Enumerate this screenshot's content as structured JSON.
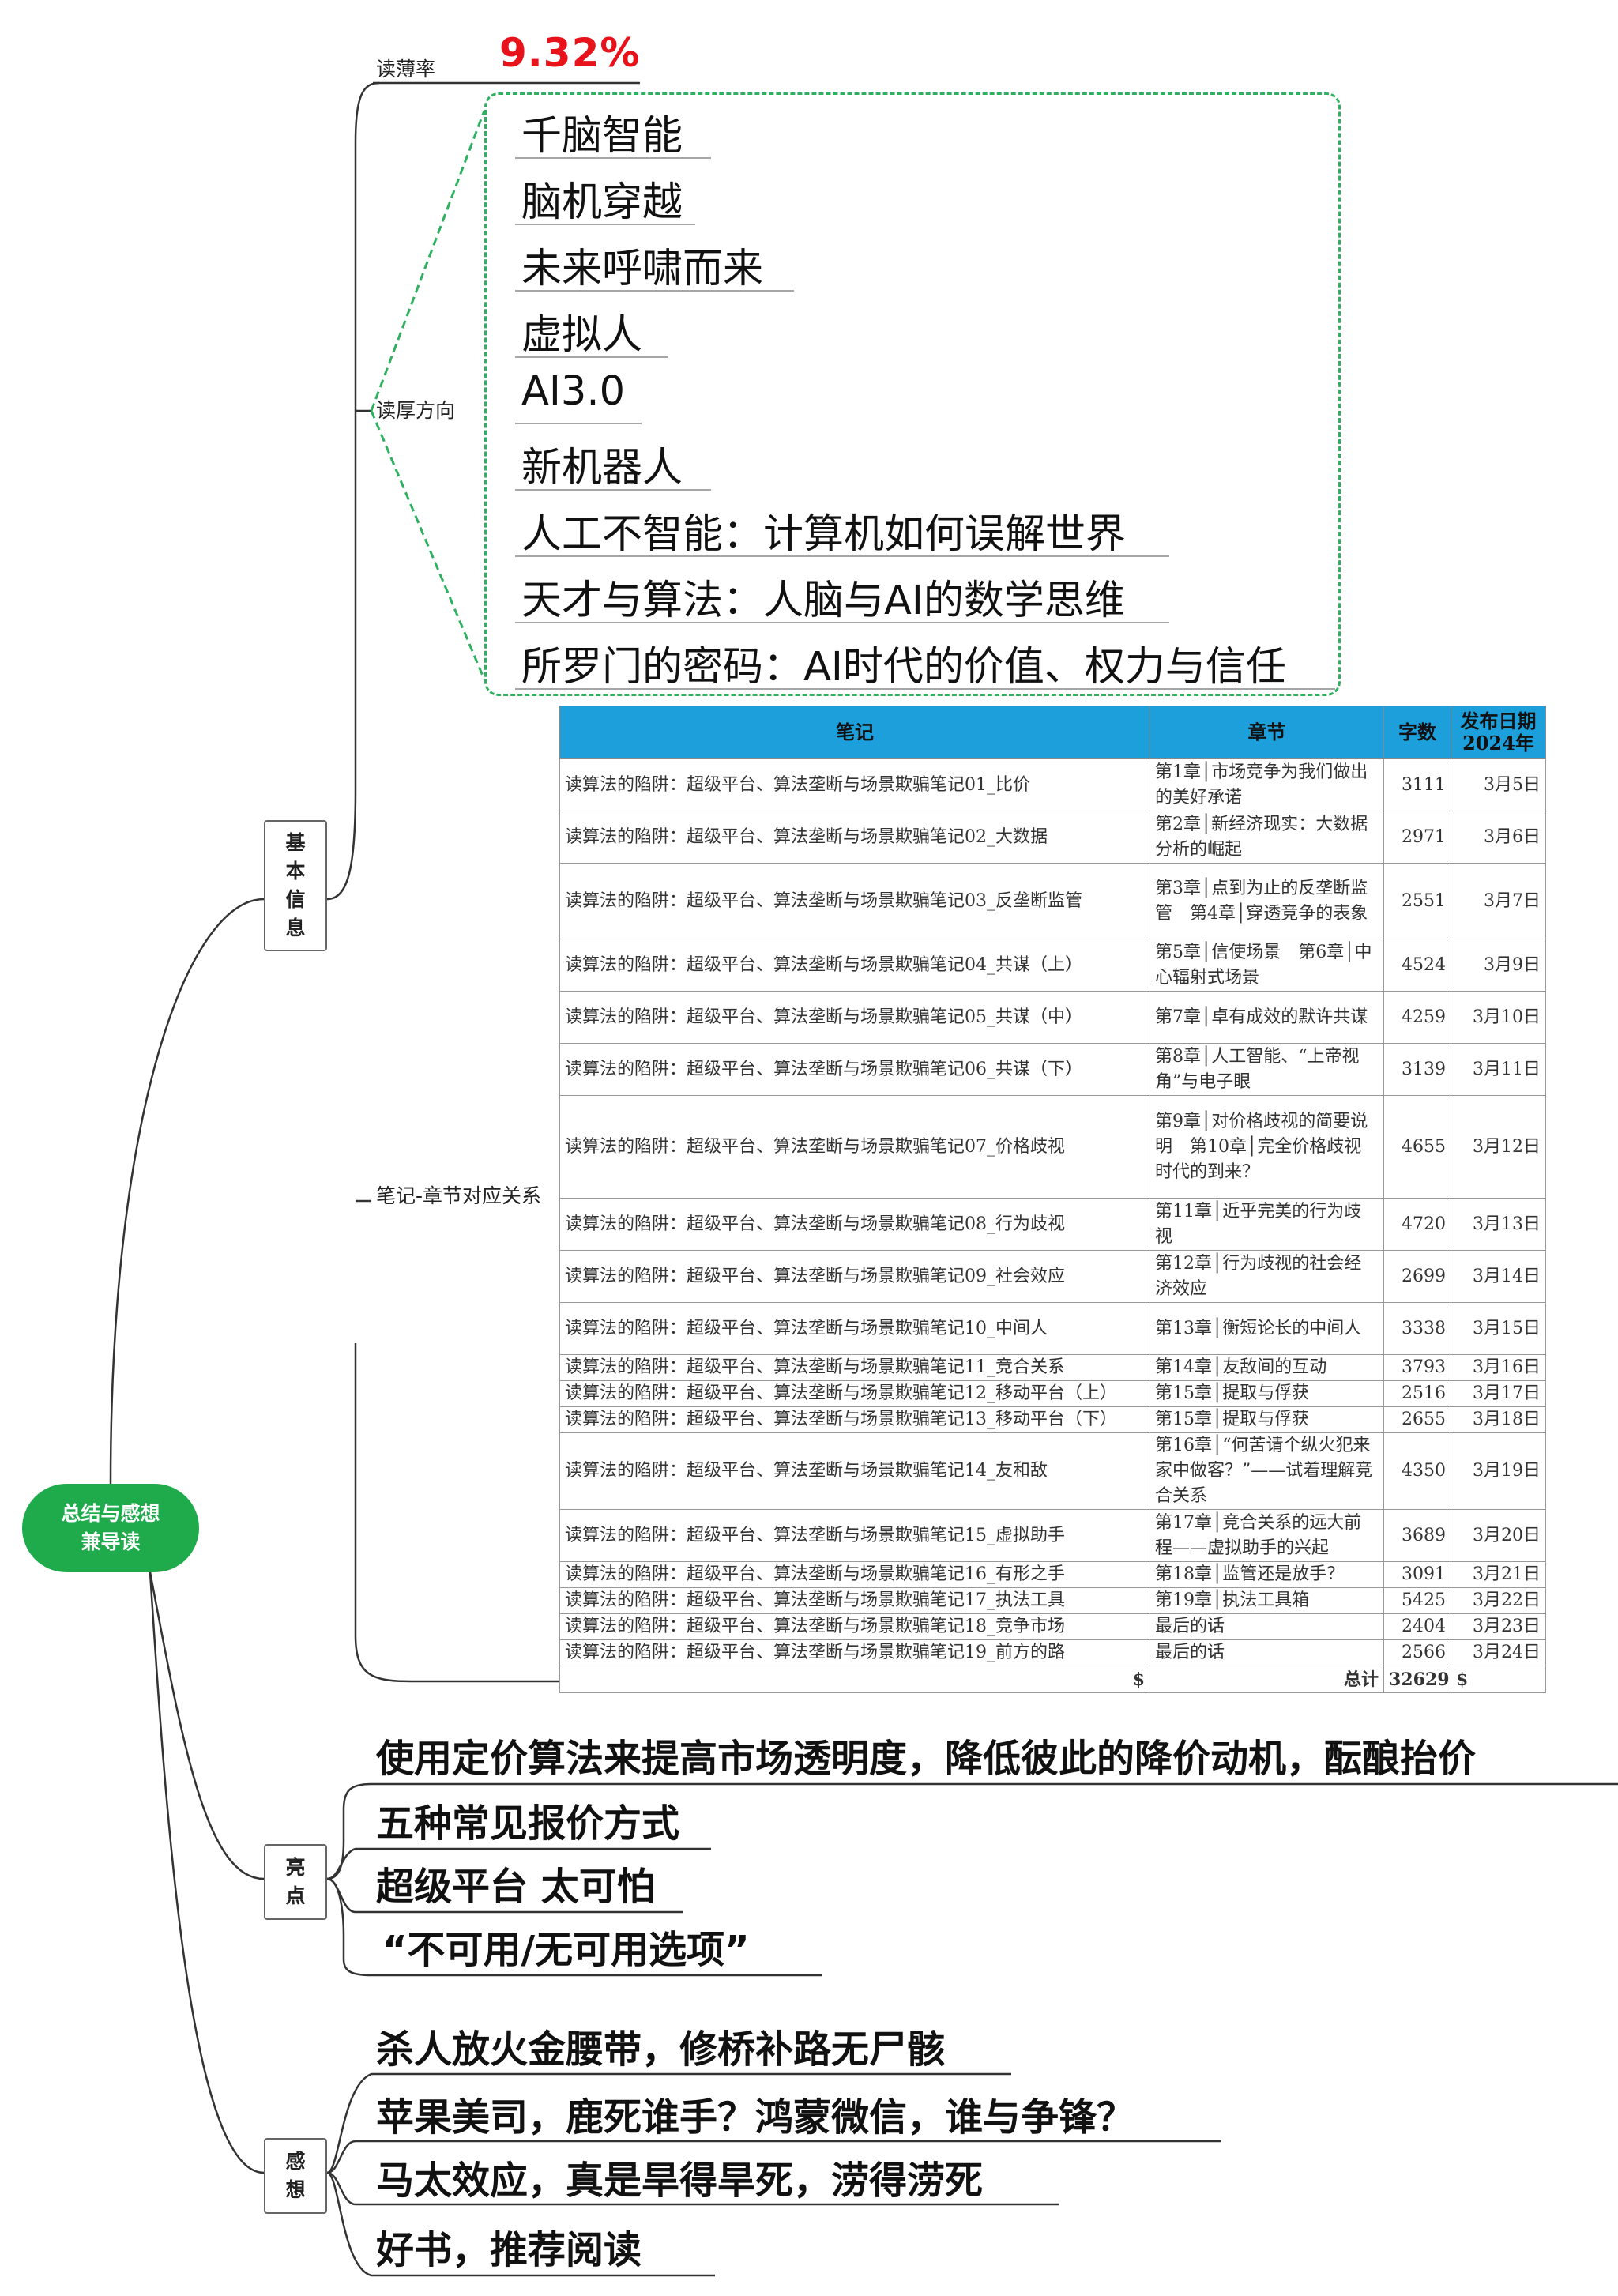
{
  "root": {
    "line1": "总结与感想",
    "line2": "兼导读"
  },
  "branches": {
    "basic": {
      "chars": [
        "基",
        "本",
        "信",
        "息"
      ]
    },
    "highlights": {
      "chars": [
        "亮",
        "点"
      ]
    },
    "thoughts": {
      "chars": [
        "感",
        "想"
      ]
    }
  },
  "basic": {
    "thin_rate_label": "读薄率",
    "thin_rate_value": "9.32%",
    "thick_label": "读厚方向",
    "thick_items": [
      "千脑智能",
      "脑机穿越",
      "未来呼啸而来",
      "虚拟人",
      "AI3.0",
      "新机器人",
      "人工不智能：计算机如何误解世界",
      "天才与算法：人脑与AI的数学思维",
      "所罗门的密码：AI时代的价值、权力与信任"
    ],
    "mapping_label": "笔记-章节对应关系"
  },
  "table": {
    "headers": {
      "note": "笔记",
      "chapter": "章节",
      "words": "字数",
      "date_line1": "发布日期",
      "date_line2": "2024年"
    },
    "rows": [
      {
        "note": "读算法的陷阱：超级平台、算法垄断与场景欺骗笔记01_比价",
        "chapter": "第1章│市场竞争为我们做出的美好承诺",
        "words": "3111",
        "date": "3月5日"
      },
      {
        "note": "读算法的陷阱：超级平台、算法垄断与场景欺骗笔记02_大数据",
        "chapter": "第2章│新经济现实：大数据分析的崛起",
        "words": "2971",
        "date": "3月6日"
      },
      {
        "note": "读算法的陷阱：超级平台、算法垄断与场景欺骗笔记03_反垄断监管",
        "chapter": "第3章│点到为止的反垄断监管　第4章│穿透竞争的表象",
        "words": "2551",
        "date": "3月7日"
      },
      {
        "note": "读算法的陷阱：超级平台、算法垄断与场景欺骗笔记04_共谋（上）",
        "chapter": "第5章│信使场景　第6章│中心辐射式场景",
        "words": "4524",
        "date": "3月9日"
      },
      {
        "note": "读算法的陷阱：超级平台、算法垄断与场景欺骗笔记05_共谋（中）",
        "chapter": "第7章│卓有成效的默许共谋",
        "words": "4259",
        "date": "3月10日"
      },
      {
        "note": "读算法的陷阱：超级平台、算法垄断与场景欺骗笔记06_共谋（下）",
        "chapter": "第8章│人工智能、“上帝视角”与电子眼",
        "words": "3139",
        "date": "3月11日"
      },
      {
        "note": "读算法的陷阱：超级平台、算法垄断与场景欺骗笔记07_价格歧视",
        "chapter": "第9章│对价格歧视的简要说明　第10章│完全价格歧视时代的到来？",
        "words": "4655",
        "date": "3月12日"
      },
      {
        "note": "读算法的陷阱：超级平台、算法垄断与场景欺骗笔记08_行为歧视",
        "chapter": "第11章│近乎完美的行为歧视",
        "words": "4720",
        "date": "3月13日"
      },
      {
        "note": "读算法的陷阱：超级平台、算法垄断与场景欺骗笔记09_社会效应",
        "chapter": "第12章│行为歧视的社会经济效应",
        "words": "2699",
        "date": "3月14日"
      },
      {
        "note": "读算法的陷阱：超级平台、算法垄断与场景欺骗笔记10_中间人",
        "chapter": "第13章│衡短论长的中间人",
        "words": "3338",
        "date": "3月15日"
      },
      {
        "note": "读算法的陷阱：超级平台、算法垄断与场景欺骗笔记11_竞合关系",
        "chapter": "第14章│友敌间的互动",
        "words": "3793",
        "date": "3月16日"
      },
      {
        "note": "读算法的陷阱：超级平台、算法垄断与场景欺骗笔记12_移动平台（上）",
        "chapter": "第15章│提取与俘获",
        "words": "2516",
        "date": "3月17日"
      },
      {
        "note": "读算法的陷阱：超级平台、算法垄断与场景欺骗笔记13_移动平台（下）",
        "chapter": "第15章│提取与俘获",
        "words": "2655",
        "date": "3月18日"
      },
      {
        "note": "读算法的陷阱：超级平台、算法垄断与场景欺骗笔记14_友和敌",
        "chapter": "第16章│“何苦请个纵火犯来家中做客？”——试着理解竞合关系",
        "words": "4350",
        "date": "3月19日"
      },
      {
        "note": "读算法的陷阱：超级平台、算法垄断与场景欺骗笔记15_虚拟助手",
        "chapter": "第17章│竞合关系的远大前程——虚拟助手的兴起",
        "words": "3689",
        "date": "3月20日"
      },
      {
        "note": "读算法的陷阱：超级平台、算法垄断与场景欺骗笔记16_有形之手",
        "chapter": "第18章│监管还是放手？",
        "words": "3091",
        "date": "3月21日"
      },
      {
        "note": "读算法的陷阱：超级平台、算法垄断与场景欺骗笔记17_执法工具",
        "chapter": "第19章│执法工具箱",
        "words": "5425",
        "date": "3月22日"
      },
      {
        "note": "读算法的陷阱：超级平台、算法垄断与场景欺骗笔记18_竞争市场",
        "chapter": "最后的话",
        "words": "2404",
        "date": "3月23日"
      },
      {
        "note": "读算法的陷阱：超级平台、算法垄断与场景欺骗笔记19_前方的路",
        "chapter": "最后的话",
        "words": "2566",
        "date": "3月24日"
      }
    ],
    "total": {
      "dollar1": "$",
      "label": "总计",
      "value": "32629",
      "dollar2": "$"
    }
  },
  "highlights": [
    "使用定价算法来提高市场透明度，降低彼此的降价动机，酝酿抬价",
    "五种常见报价方式",
    "超级平台 太可怕",
    "“不可用/无可用选项”"
  ],
  "thoughts": [
    "杀人放火金腰带，修桥补路无尸骸",
    "苹果美司，鹿死谁手？鸿蒙微信，谁与争锋？",
    "马太效应，真是旱得旱死，涝得涝死",
    "好书，推荐阅读"
  ]
}
